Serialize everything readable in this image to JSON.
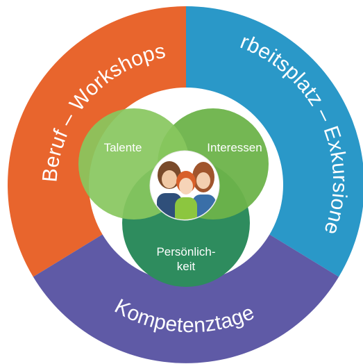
{
  "diagram": {
    "outer_ring": [
      {
        "id": "beruf",
        "label": "Beruf – Workshops",
        "color": "#E8652D"
      },
      {
        "id": "arbeitsplatz",
        "label": "Arbeitsplatz – Exkursionen",
        "color": "#2A98C8"
      },
      {
        "id": "kompetenz",
        "label": "Kompetenztage",
        "color": "#5F5AA6"
      }
    ],
    "inner_circles": [
      {
        "id": "talente",
        "label": "Talente",
        "color": "#7CBF55"
      },
      {
        "id": "interessen",
        "label": "Interessen",
        "color": "#6DB34A"
      },
      {
        "id": "persoenlichkeit",
        "label_line1": "Persönlich-",
        "label_line2": "keit",
        "color": "#2E8C5E"
      }
    ],
    "center_image": "group-of-three-children-illustration"
  }
}
